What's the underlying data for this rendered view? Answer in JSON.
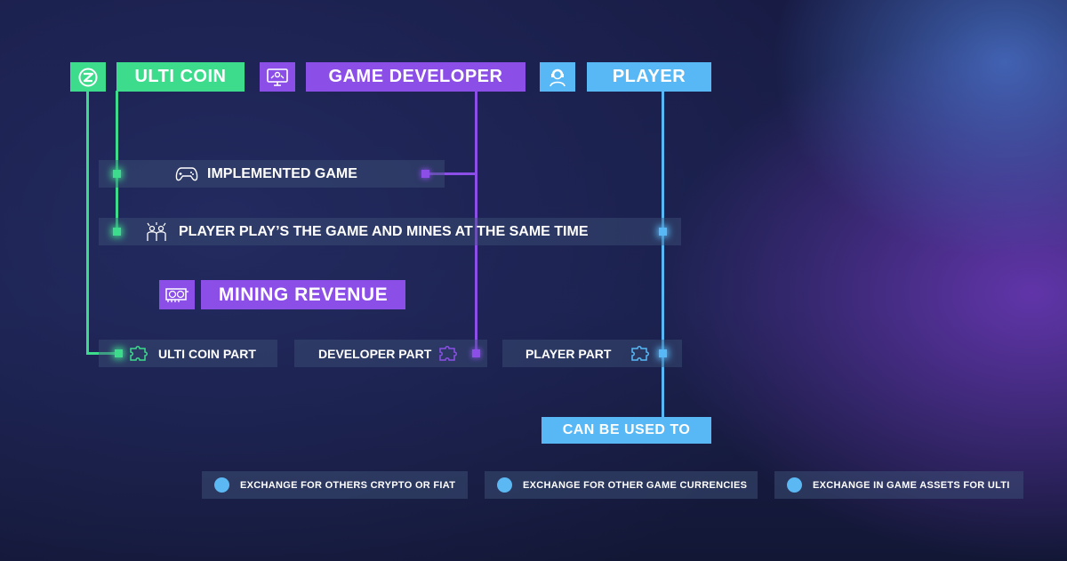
{
  "headers": {
    "ulti_coin": "ULTI COIN",
    "game_developer": "GAME DEVELOPER",
    "player": "PLAYER"
  },
  "steps": {
    "implemented_game": "IMPLEMENTED GAME",
    "player_plays": "PLAYER PLAY’S THE GAME AND MINES AT THE SAME TIME",
    "mining_revenue": "MINING REVENUE"
  },
  "parts": {
    "ulti_coin_part": "ULTI COIN PART",
    "developer_part": "DEVELOPER PART",
    "player_part": "PLAYER PART"
  },
  "can_be_used_to": "CAN BE USED TO",
  "uses": [
    "EXCHANGE FOR OTHERS CRYPTO OR FIAT",
    "EXCHANGE FOR OTHER GAME CURRENCIES",
    "EXCHANGE IN GAME ASSETS FOR ULTI"
  ],
  "icons": {
    "ulti_logo": "ulti-logo-icon",
    "developer": "developer-monitor-icon",
    "player": "player-headset-icon",
    "gamepad": "gamepad-icon",
    "players": "players-cheering-icon",
    "mining": "mining-gpu-icon",
    "puzzle": "puzzle-piece-icon"
  },
  "colors": {
    "green": "#3ddc8c",
    "purple": "#8b4fe8",
    "blue": "#58b8f5",
    "background": "#181c45"
  }
}
